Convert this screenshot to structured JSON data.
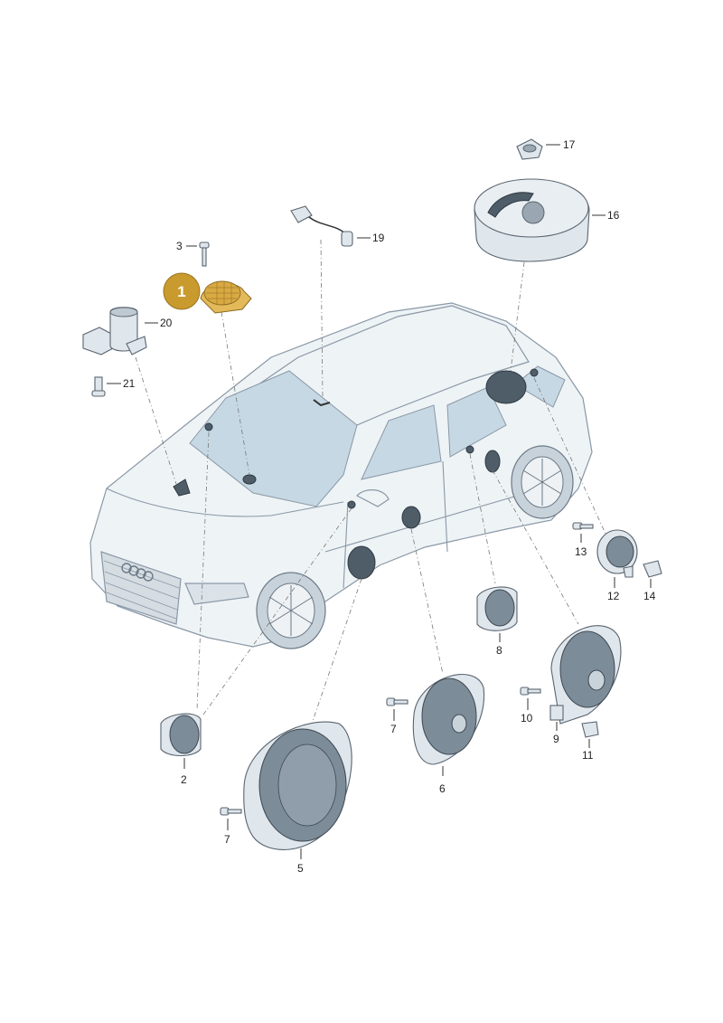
{
  "highlight": {
    "number": "1",
    "color": "#c99a2e"
  },
  "labels": {
    "p2": "2",
    "p3": "3",
    "p5": "5",
    "p6": "6",
    "p7a": "7",
    "p7b": "7",
    "p8": "8",
    "p9": "9",
    "p10": "10",
    "p11": "11",
    "p12": "12",
    "p13": "13",
    "p14": "14",
    "p16": "16",
    "p17": "17",
    "p19": "19",
    "p20": "20",
    "p21": "21"
  },
  "colors": {
    "car_body": "#eef3f6",
    "glass": "#c6d8e4",
    "speaker_metal": "#dfe6ec",
    "speaker_cone": "#7d8c99",
    "highlight": "#c99a2e"
  }
}
